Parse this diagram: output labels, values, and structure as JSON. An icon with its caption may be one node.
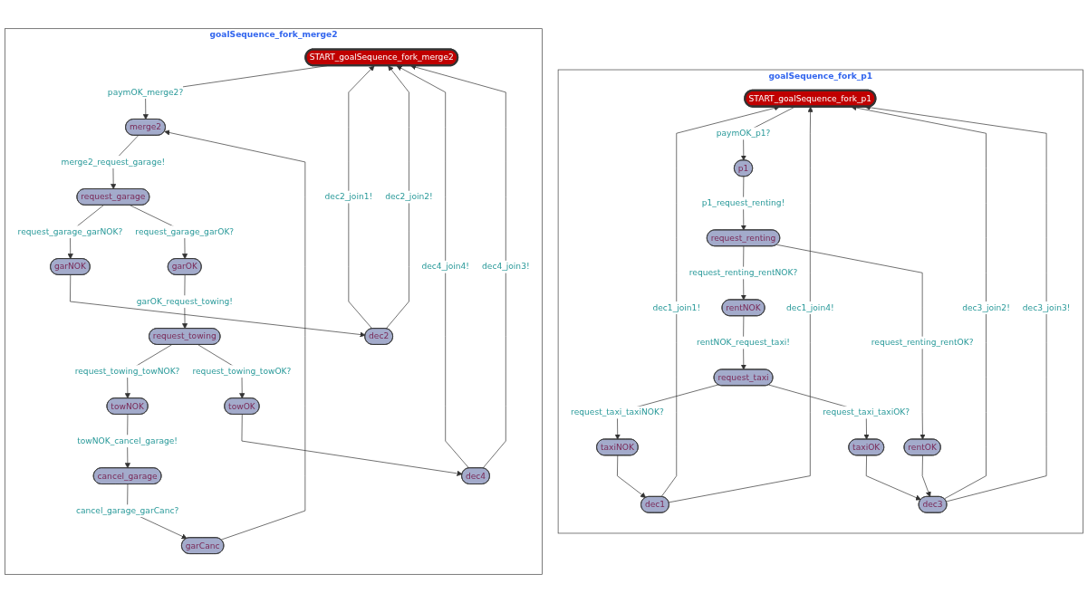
{
  "diagram": {
    "nodes": [
      {
        "text": [
          "goalSequence_fork_p1"
        ]
      },
      {
        "text": [
          "START_goalSequence_fork_p1"
        ],
        "in": 0
      },
      {
        "text": [
          "p1"
        ],
        "in": 0
      },
      {
        "text": [
          "request_taxi"
        ],
        "in": 0
      },
      {
        "text": [
          "rentNOK"
        ],
        "in": 0
      },
      {
        "text": [
          "request_renting"
        ],
        "in": 0
      },
      {
        "text": [
          "taxiNOK"
        ],
        "in": 0
      },
      {
        "text": [
          "taxiOK"
        ],
        "in": 0
      },
      {
        "text": [
          "rentOK"
        ],
        "in": 0
      },
      {
        "text": [
          "dec1"
        ],
        "in": 0
      },
      {
        "text": [
          "dec3"
        ],
        "in": 0
      },
      {
        "text": [
          "goalSequence_fork_merge2"
        ]
      },
      {
        "text": [
          "START_goalSequence_fork_merge2"
        ],
        "in": 11
      },
      {
        "text": [
          "merge2"
        ],
        "in": 11
      },
      {
        "text": [
          "garCanc"
        ],
        "in": 11
      },
      {
        "text": [
          "request_garage"
        ],
        "in": 11
      },
      {
        "text": [
          "cancel_garage"
        ],
        "in": 11
      },
      {
        "text": [
          "garNOK"
        ],
        "in": 11
      },
      {
        "text": [
          "garOK"
        ],
        "in": 11
      },
      {
        "text": [
          "request_towing"
        ],
        "in": 11
      },
      {
        "text": [
          "towNOK"
        ],
        "in": 11
      },
      {
        "text": [
          "towOK"
        ],
        "in": 11
      },
      {
        "text": [
          "dec2"
        ],
        "in": 11
      },
      {
        "text": [
          "dec4"
        ],
        "in": 11
      }
    ],
    "edges": [
      {
        "from": 1,
        "to": 2,
        "arrow": "to",
        "label": "paymOK_p1?"
      },
      {
        "from": 2,
        "to": 5,
        "arrow": "to",
        "label": "p1_request_renting!"
      },
      {
        "from": 5,
        "to": 4,
        "arrow": "to",
        "label": "request_renting_rentNOK?"
      },
      {
        "from": 4,
        "to": 3,
        "arrow": "to",
        "label": "rentNOK_request_taxi!"
      },
      {
        "from": 3,
        "to": 6,
        "arrow": "to",
        "label": "request_taxi_taxiNOK?"
      },
      {
        "from": 3,
        "to": 7,
        "arrow": "to",
        "label": "request_taxi_taxiOK?"
      },
      {
        "from": 5,
        "to": 8,
        "arrow": "to",
        "label": "request_renting_rentOK?"
      },
      {
        "from": 6,
        "to": 9,
        "arrow": "to"
      },
      {
        "from": 7,
        "to": 10,
        "arrow": "to"
      },
      {
        "from": 8,
        "to": 10,
        "arrow": "to"
      },
      {
        "from": 9,
        "to": 1,
        "arrow": "to",
        "label": "dec1_join1!"
      },
      {
        "from": 9,
        "to": 1,
        "arrow": "to",
        "label": "dec1_join4!"
      },
      {
        "from": 10,
        "to": 1,
        "arrow": "to",
        "label": "dec3_join2!"
      },
      {
        "from": 10,
        "to": 1,
        "arrow": "to",
        "label": "dec3_join3!"
      },
      {
        "from": 12,
        "to": 13,
        "arrow": "to",
        "label": "paymOK_merge2?"
      },
      {
        "from": 14,
        "to": 13,
        "arrow": "to"
      },
      {
        "from": 13,
        "to": 15,
        "arrow": "to",
        "label": "merge2_request_garage!"
      },
      {
        "from": 15,
        "to": 17,
        "arrow": "to",
        "label": "request_garage_garNOK?"
      },
      {
        "from": 15,
        "to": 18,
        "arrow": "to",
        "label": "request_garage_garOK?"
      },
      {
        "from": 16,
        "to": 14,
        "arrow": "to",
        "label": "cancel_garage_garCanc?"
      },
      {
        "from": 18,
        "to": 19,
        "arrow": "to",
        "label": "garOK_request_towing!"
      },
      {
        "from": 19,
        "to": 20,
        "arrow": "to",
        "label": "request_towing_towNOK?"
      },
      {
        "from": 20,
        "to": 16,
        "arrow": "to",
        "label": "towNOK_cancel_garage!"
      },
      {
        "from": 19,
        "to": 21,
        "arrow": "to",
        "label": "request_towing_towOK?"
      },
      {
        "from": 21,
        "to": 23,
        "arrow": "to"
      },
      {
        "from": 17,
        "to": 22,
        "arrow": "to"
      },
      {
        "from": 22,
        "to": 12,
        "arrow": "to",
        "label": "dec2_join1!"
      },
      {
        "from": 22,
        "to": 12,
        "arrow": "to",
        "label": "dec2_join2!"
      },
      {
        "from": 23,
        "to": 12,
        "arrow": "to",
        "label": "dec4_join4!"
      },
      {
        "from": 23,
        "to": 12,
        "arrow": "to",
        "label": "dec4_join3!"
      }
    ]
  }
}
